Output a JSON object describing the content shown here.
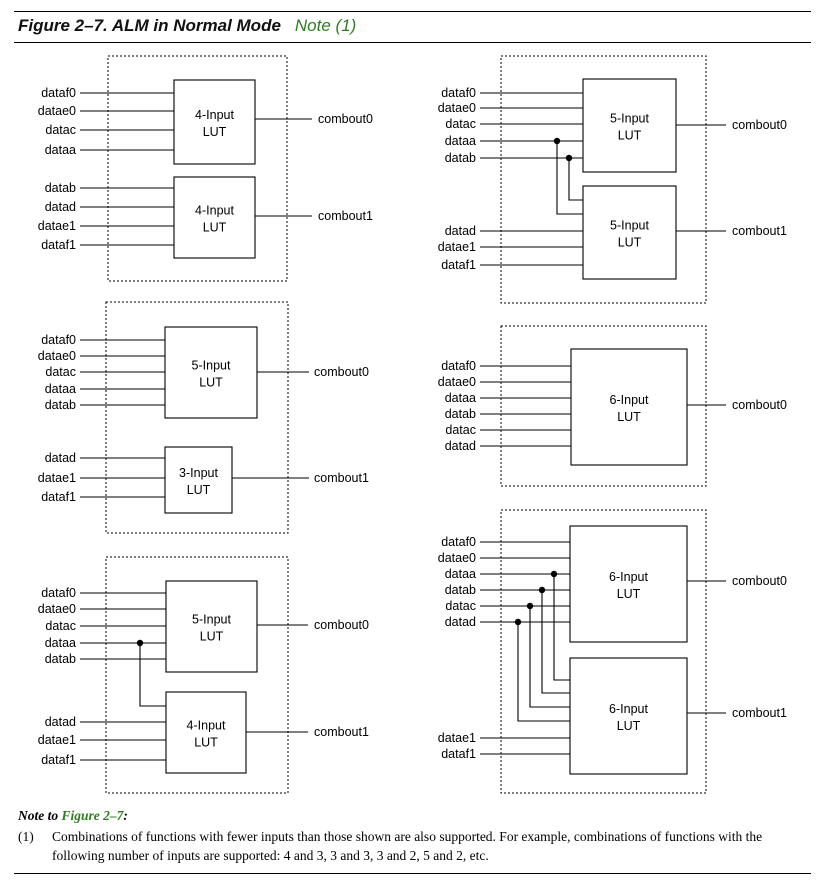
{
  "figure": {
    "title": "Figure 2–7. ALM in Normal Mode",
    "note_ref": "Note (1)"
  },
  "colors": {
    "note_green": "#2e7d1e",
    "line": "#000000"
  },
  "lut_labels": {
    "four": [
      "4-Input",
      "LUT"
    ],
    "five": [
      "5-Input",
      "LUT"
    ],
    "three": [
      "3-Input",
      "LUT"
    ],
    "six": [
      "6-Input",
      "LUT"
    ]
  },
  "inputs": {
    "a": [
      "dataf0",
      "datae0",
      "datac",
      "dataa",
      "datab",
      "datad",
      "datae1",
      "dataf1"
    ],
    "b": [
      "dataf0",
      "datae0",
      "datac",
      "dataa",
      "datab",
      "datad",
      "datae1",
      "dataf1"
    ],
    "c": [
      "dataf0",
      "datae0",
      "datac",
      "dataa",
      "datab",
      "datad",
      "datae1",
      "dataf1"
    ],
    "d": [
      "dataf0",
      "datae0",
      "datac",
      "dataa",
      "datab",
      "datad",
      "datae1",
      "dataf1"
    ],
    "e": [
      "dataf0",
      "datae0",
      "dataa",
      "datab",
      "datac",
      "datad"
    ],
    "f": [
      "dataf0",
      "datae0",
      "dataa",
      "datab",
      "datac",
      "datad",
      "datae1",
      "dataf1"
    ]
  },
  "outputs": {
    "top": "combout0",
    "bottom": "combout1"
  },
  "note": {
    "heading_prefix": "Note to ",
    "heading_link": "Figure 2–7",
    "heading_suffix": ":",
    "items": [
      {
        "num": "(1)",
        "text": "Combinations of functions with fewer inputs than those shown are also supported. For example, combinations of functions with the following number of inputs are supported: 4 and 3, 3 and 3, 3 and 2, 5 and 2, etc."
      }
    ]
  }
}
